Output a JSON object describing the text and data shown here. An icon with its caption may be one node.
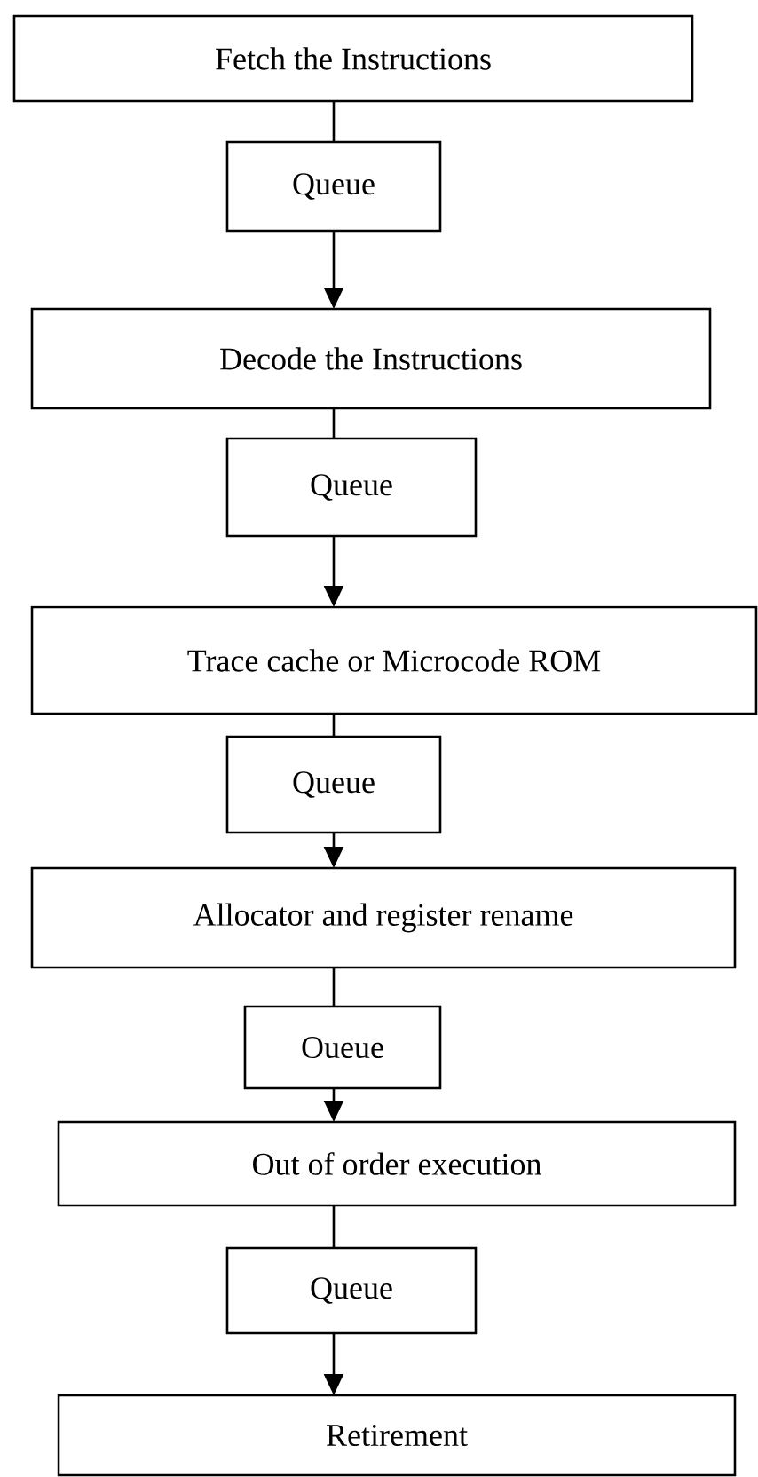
{
  "diagram": {
    "nodes": [
      {
        "text": [
          "Fetch the Instructions"
        ]
      },
      {
        "text": [
          "Queue"
        ]
      },
      {
        "text": [
          "Decode the Instructions"
        ]
      },
      {
        "text": [
          "Queue"
        ]
      },
      {
        "text": [
          "Trace cache or Microcode ROM"
        ]
      },
      {
        "text": [
          "Queue"
        ]
      },
      {
        "text": [
          "Allocator and register rename"
        ]
      },
      {
        "text": [
          "Oueue"
        ]
      },
      {
        "text": [
          "Out of order execution"
        ]
      },
      {
        "text": [
          "Queue"
        ]
      },
      {
        "text": [
          "Retirement"
        ]
      }
    ],
    "edges": [
      {
        "from": 0,
        "to": 1,
        "arrow": "none"
      },
      {
        "from": 1,
        "to": 2,
        "arrow": "to"
      },
      {
        "from": 2,
        "to": 3,
        "arrow": "none"
      },
      {
        "from": 3,
        "to": 4,
        "arrow": "to"
      },
      {
        "from": 4,
        "to": 5,
        "arrow": "none"
      },
      {
        "from": 5,
        "to": 6,
        "arrow": "to"
      },
      {
        "from": 6,
        "to": 7,
        "arrow": "none"
      },
      {
        "from": 7,
        "to": 8,
        "arrow": "to"
      },
      {
        "from": 8,
        "to": 9,
        "arrow": "none"
      },
      {
        "from": 9,
        "to": 10,
        "arrow": "to"
      }
    ]
  }
}
